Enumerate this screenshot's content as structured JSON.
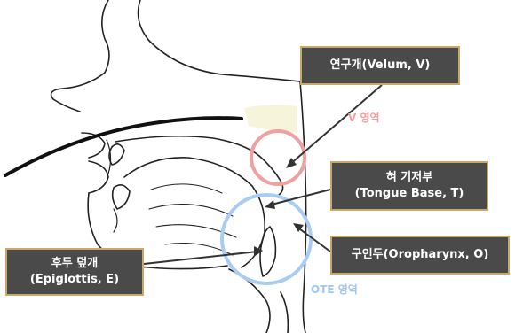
{
  "callouts": {
    "velum": "연구개(Velum, V)",
    "tongue_base_line1": "혀 기저부",
    "tongue_base_line2": "(Tongue Base, T)",
    "oropharynx": "구인두(Oropharynx, O)",
    "epiglottis_line1": "후두 덮개",
    "epiglottis_line2": "(Epiglottis, E)"
  },
  "regions": {
    "v_region": "V 영역",
    "ote_region": "OTE 영역"
  },
  "colors": {
    "v_circle": "#f0a0a0",
    "ote_circle": "#a8ccf2",
    "callout_fill": "#4a4a4a",
    "callout_border": "#c9a86a",
    "arrow": "#333333",
    "scope_line": "#111111"
  }
}
